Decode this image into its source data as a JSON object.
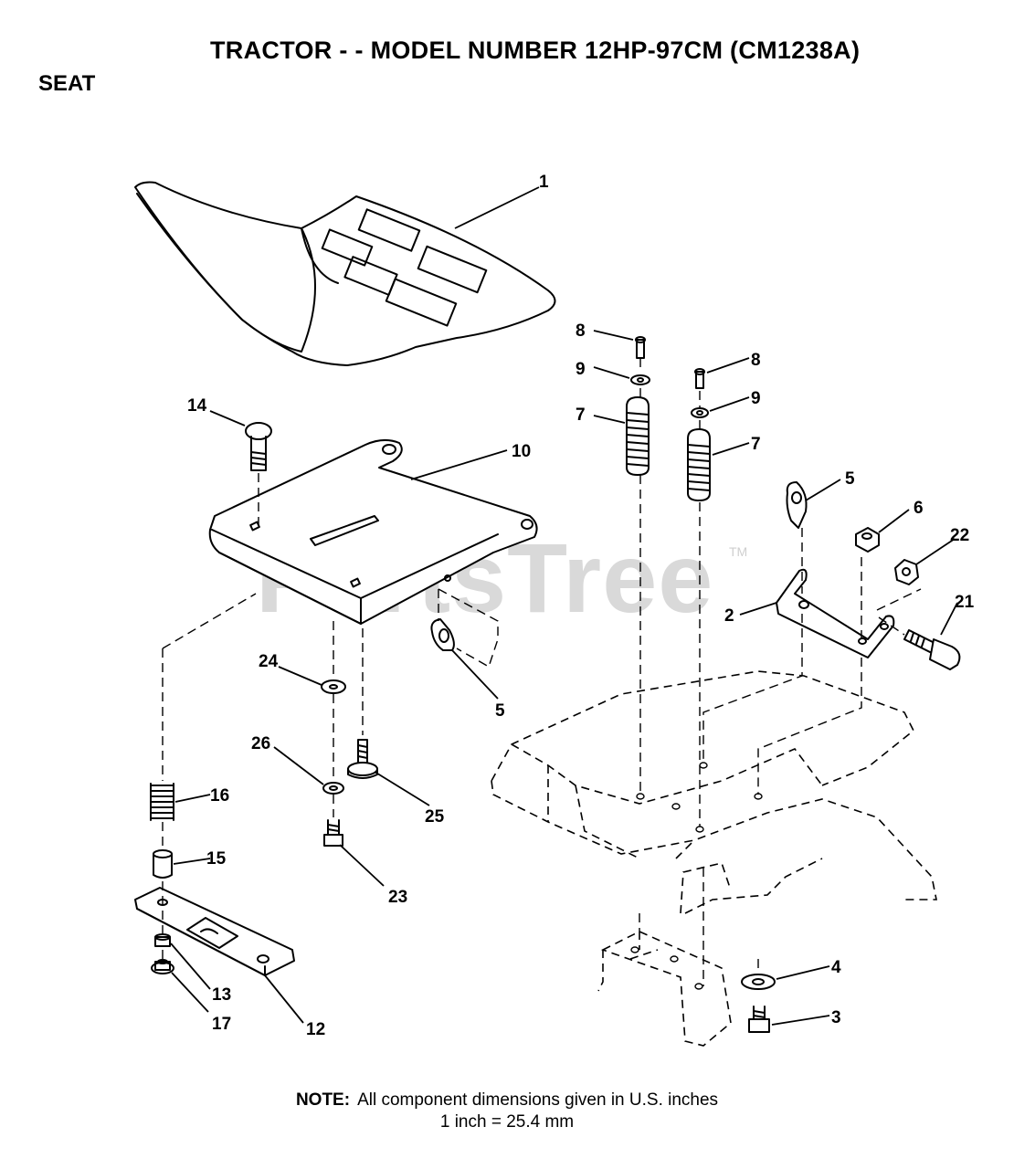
{
  "header": {
    "title": "TRACTOR - - MODEL NUMBER 12HP-97CM (CM1238A)",
    "section": "SEAT"
  },
  "watermark": {
    "text": "PartsTree",
    "trademark": "TM"
  },
  "callouts": {
    "c1": "1",
    "c2": "2",
    "c3": "3",
    "c4": "4",
    "c5a": "5",
    "c5b": "5",
    "c6": "6",
    "c7a": "7",
    "c7b": "7",
    "c8a": "8",
    "c8b": "8",
    "c9a": "9",
    "c9b": "9",
    "c10": "10",
    "c12": "12",
    "c13": "13",
    "c14": "14",
    "c15": "15",
    "c16": "16",
    "c17": "17",
    "c21": "21",
    "c22": "22",
    "c23": "23",
    "c24": "24",
    "c25": "25",
    "c26": "26"
  },
  "note": {
    "label": "NOTE:",
    "line1": "All component dimensions given in U.S. inches",
    "line2": "1 inch = 25.4 mm"
  }
}
